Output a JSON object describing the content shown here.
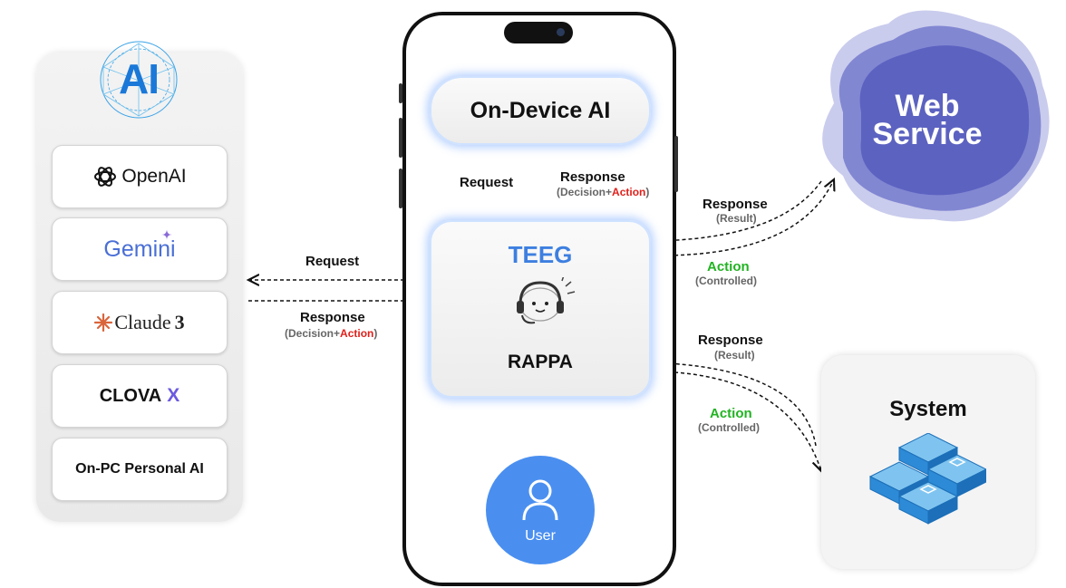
{
  "ai_panel": {
    "logo_text": "AI",
    "items": [
      {
        "label": "OpenAI",
        "icon": "openai-icon"
      },
      {
        "label": "Gemini",
        "icon": "gemini-sparkle-icon"
      },
      {
        "label": "Claude",
        "suffix": "3",
        "icon": "claude-sunburst-icon"
      },
      {
        "label": "CLOVA",
        "suffix": "X"
      },
      {
        "label": "On-PC Personal AI"
      }
    ]
  },
  "phone": {
    "on_device_ai": "On-Device AI",
    "top_request": "Request",
    "top_response": "Response",
    "top_decision": "(Decision+",
    "top_action": "Action",
    "top_close": ")",
    "teeg": "TEEG",
    "rappa": "RAPPA",
    "user": "User"
  },
  "left_links": {
    "request": "Request",
    "response": "Response",
    "decision": "(Decision+",
    "action": "Action",
    "close": ")"
  },
  "web_links": {
    "response": "Response",
    "result": "(Result)",
    "action": "Action",
    "controlled": "(Controlled)"
  },
  "system_links": {
    "response": "Response",
    "result": "(Result)",
    "action": "Action",
    "controlled": "(Controlled)"
  },
  "web_service": {
    "line1": "Web",
    "line2": "Service"
  },
  "system": {
    "title": "System"
  },
  "colors": {
    "accent": "#4a8ff0",
    "teeg": "#3d7fe0",
    "action_red": "#e0201b",
    "action_green": "#22b322",
    "web_blob": "#5c62c0"
  }
}
